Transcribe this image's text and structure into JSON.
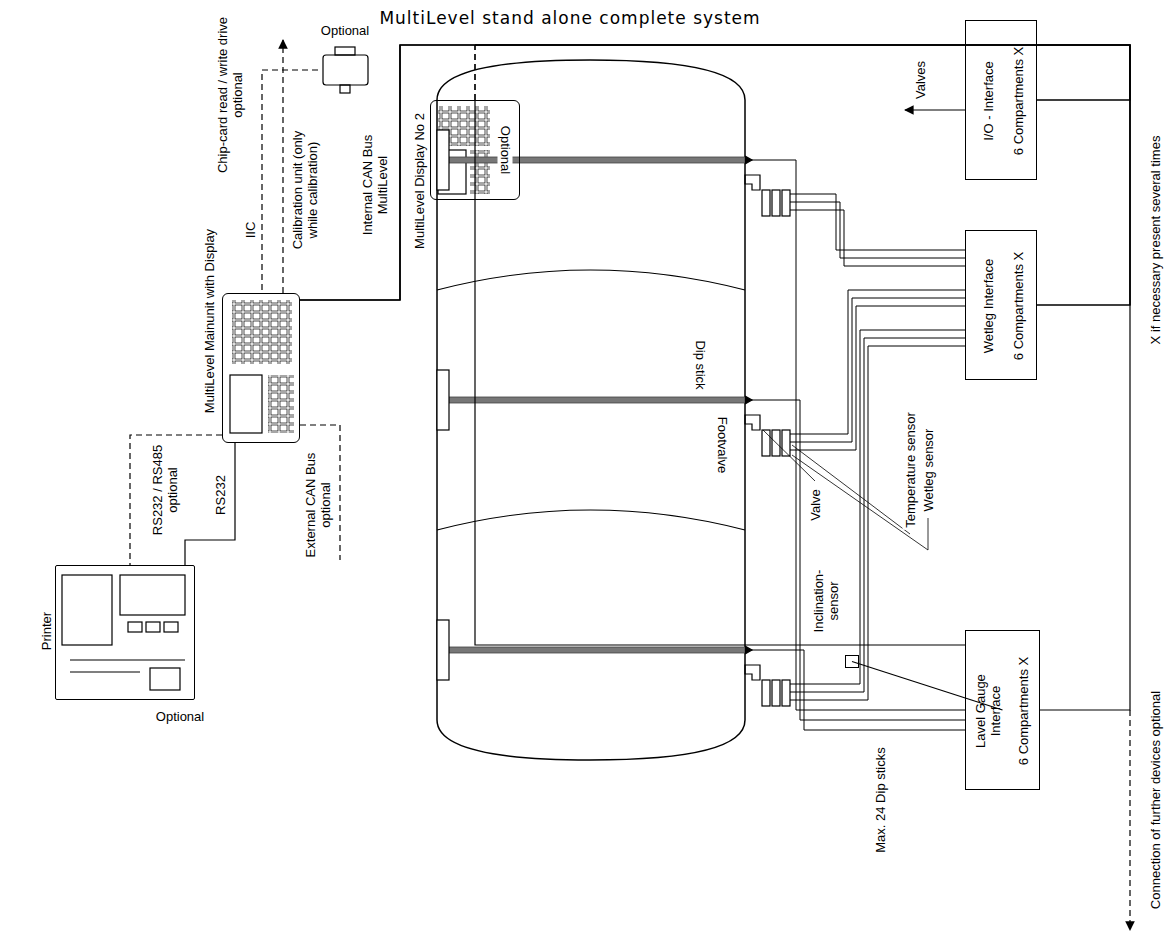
{
  "diagram": {
    "title": "MultiLevel stand alone complete system",
    "nodes": [
      {
        "text": [
          "MultiLevel Mainunit with Display"
        ]
      },
      {
        "text": [
          "MultiLevel Display No 2"
        ]
      },
      {
        "text": [
          "Printer"
        ]
      },
      {
        "text": [
          "Chip-card read / write drive optional"
        ]
      },
      {
        "text": [
          "I/O - Interface",
          "6 Compartments X"
        ]
      },
      {
        "text": [
          "Wetleg Interface",
          "6 Compartments X"
        ]
      },
      {
        "text": [
          "Lavel Gauge Interface",
          "6 Compartments X"
        ]
      },
      {
        "text": [
          "Inclination-sensor"
        ]
      }
    ],
    "edges": [
      {
        "from": 3,
        "to": 0,
        "label": "IIC",
        "arrow": "none"
      },
      {
        "from": 0,
        "to": 2,
        "label": "RS232",
        "arrow": "none"
      },
      {
        "from": 0,
        "to": 2,
        "label": "RS232 / RS485 optional",
        "arrow": "none"
      },
      {
        "from": 0,
        "to": 4,
        "label": "Internal CAN Bus MultiLevel",
        "arrow": "none"
      },
      {
        "from": 0,
        "to": 5,
        "arrow": "none"
      },
      {
        "from": 0,
        "to": 6,
        "arrow": "none"
      },
      {
        "from": 1,
        "to": 4,
        "arrow": "none"
      },
      {
        "from": 1,
        "to": 5,
        "arrow": "none"
      },
      {
        "from": 1,
        "to": 6,
        "arrow": "none"
      },
      {
        "from": 7,
        "to": 6,
        "arrow": "none"
      }
    ],
    "labels": [
      "Optional",
      "Optional",
      "Optional",
      "Calibration unit (only while calibration)",
      "External CAN Bus optional",
      "Valves",
      "X if necessary present several times",
      "Dip stick",
      "Footvalve",
      "Valve",
      "Temperature sensor",
      "Wetleg sensor",
      "Max. 24 Dip sticks",
      "Connection of further devices optional"
    ]
  }
}
